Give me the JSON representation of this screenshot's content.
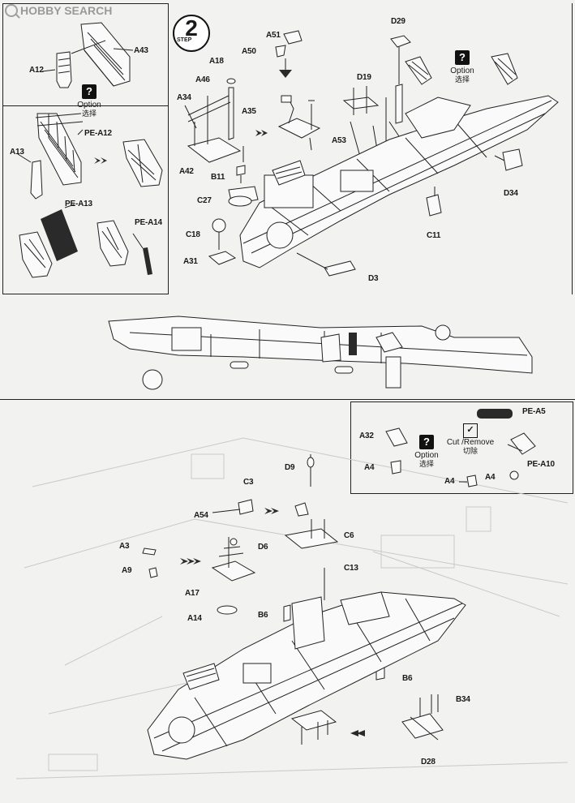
{
  "watermark": {
    "brand": "HOBBY SEARCH",
    "icon": "magnifier-icon"
  },
  "step": {
    "number": "2",
    "label": "STEP"
  },
  "option": {
    "en": "Option",
    "cn": "选择",
    "icon": "question-mark-icon"
  },
  "cut_remove": {
    "en": "Cut /Remove",
    "cn": "切除",
    "icon": "cut-remove-icon"
  },
  "labels": {
    "a43": "A43",
    "a12": "A12",
    "pe_a12": "PE-A12",
    "a13": "A13",
    "pe_a13": "PE-A13",
    "pe_a14": "PE-A14",
    "a51": "A51",
    "a50": "A50",
    "d29": "D29",
    "a18": "A18",
    "a46": "A46",
    "a34": "A34",
    "a35": "A35",
    "d19": "D19",
    "a53": "A53",
    "a42": "A42",
    "b11": "B11",
    "c27": "C27",
    "c18": "C18",
    "a31": "A31",
    "d34": "D34",
    "c11": "C11",
    "d3": "D3",
    "a32": "A32",
    "a4_1": "A4",
    "pe_a5": "PE-A5",
    "pe_a10": "PE-A10",
    "a4_2": "A4",
    "a4_3": "A4",
    "d9": "D9",
    "c3": "C3",
    "a54": "A54",
    "c6": "C6",
    "a3": "A3",
    "d6": "D6",
    "a9": "A9",
    "c13": "C13",
    "a17": "A17",
    "a14": "A14",
    "b6_1": "B6",
    "b6_2": "B6",
    "b34": "B34",
    "d28": "D28"
  },
  "colors": {
    "ink": "#222222",
    "paper": "#f2f2f0",
    "ghost": "#c9c9c9"
  }
}
